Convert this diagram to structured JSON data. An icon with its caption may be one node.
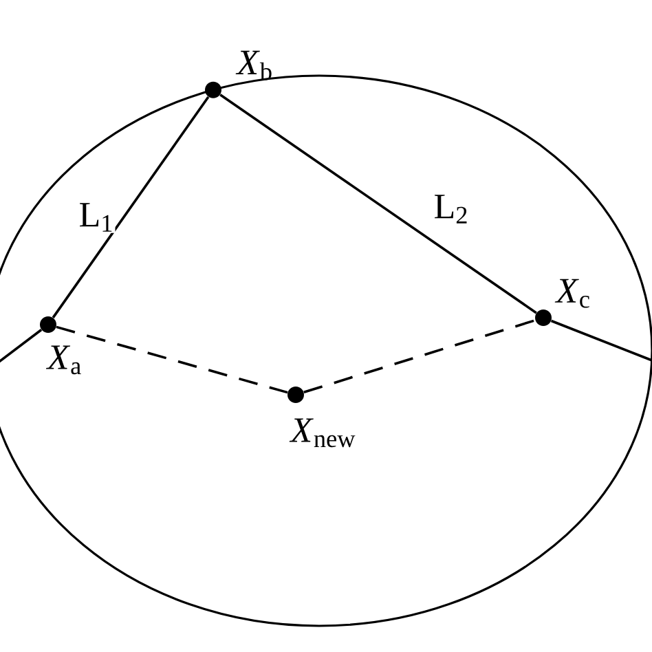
{
  "diagram": {
    "nodes": [
      {
        "text": [],
        "shape": "circle",
        "beside": [
          "*X*$_{a}$"
        ]
      },
      {
        "text": [],
        "shape": "circle",
        "beside": [
          "*X*$_{b}$"
        ]
      },
      {
        "text": [],
        "shape": "circle",
        "beside": [
          "*X*$_{c}$"
        ]
      },
      {
        "text": [],
        "shape": "circle",
        "beside": [
          "*X*$_{new}$"
        ]
      }
    ],
    "edges": [
      {
        "from": 0,
        "to": 1,
        "arrow": "none",
        "label": "L$_{1}$"
      },
      {
        "from": 1,
        "to": 2,
        "arrow": "none",
        "label": "L$_{2}$"
      },
      {
        "from": 0,
        "to": 3,
        "arrow": "none",
        "style": "dashed"
      },
      {
        "from": 3,
        "to": 2,
        "arrow": "none",
        "style": "dashed"
      },
      {
        "from": 0,
        "to": null,
        "arrow": "none"
      },
      {
        "from": 2,
        "to": null,
        "arrow": "none"
      }
    ]
  }
}
